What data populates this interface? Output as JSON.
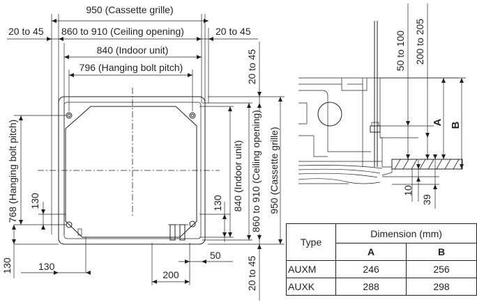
{
  "plan_view": {
    "grille_width": "950 (Cassette grille)",
    "ceiling_opening_width": "860 to 910 (Ceiling opening)",
    "clearance_left": "20 to 45",
    "clearance_right": "20 to 45",
    "indoor_unit_width": "840 (Indoor unit)",
    "bolt_pitch_width": "796 (Hanging bolt pitch)",
    "bolt_pitch_height": "768 (Hanging bolt pitch)",
    "corner_offset_left": "130",
    "corner_offset_bottom": "130",
    "corner_offset_right": "130",
    "grille_height": "950 (Cassette grille)",
    "ceiling_opening_height": "860 to 910 (Ceiling opening)",
    "indoor_unit_height": "840 (Indoor unit)",
    "clearance_top": "20 to 45",
    "clearance_bottom": "20 to 45",
    "offset_bottom_left": "130",
    "offset_bottom_130": "130",
    "pipe_offset": "50",
    "pipe_width": "200"
  },
  "side_view": {
    "dim_a_label": "50 to 100",
    "dim_b_label": "200 to 205",
    "label_a": "A",
    "label_b": "B",
    "dim_10": "10",
    "dim_39": "39"
  },
  "table": {
    "type_header": "Type",
    "group_header": "Dimension (mm)",
    "col_a": "A",
    "col_b": "B",
    "rows": [
      {
        "type": "AUXM",
        "a": "246",
        "b": "256"
      },
      {
        "type": "AUXK",
        "a": "288",
        "b": "298"
      }
    ]
  }
}
